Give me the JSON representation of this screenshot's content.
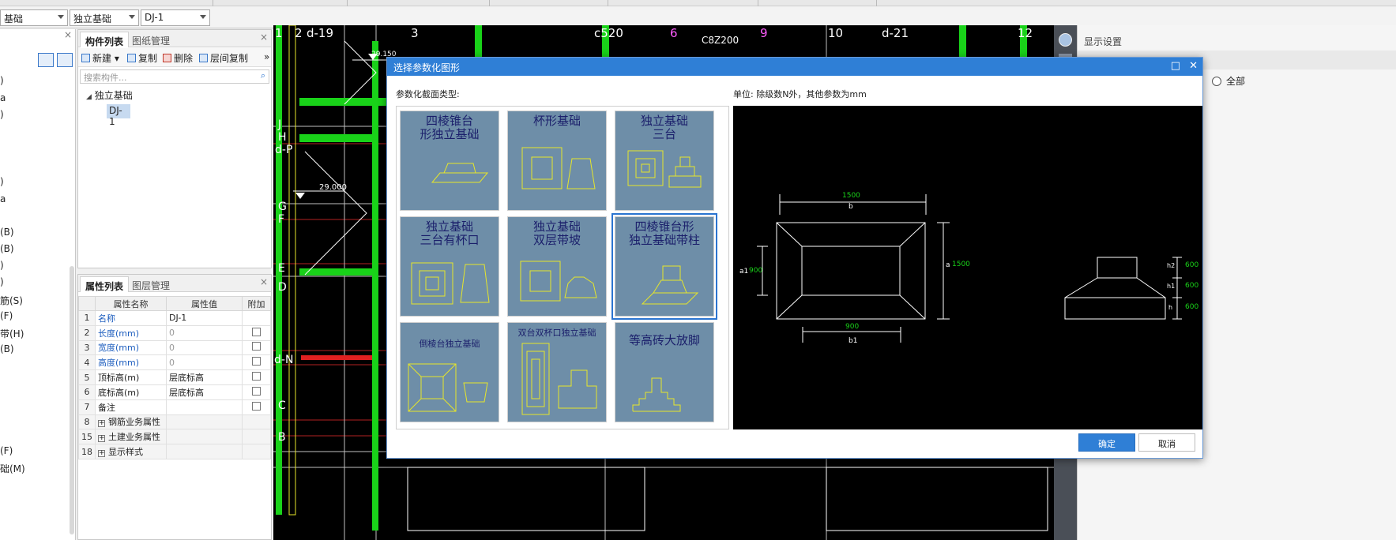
{
  "top_combos": {
    "c1": "基础",
    "c2": "独立基础",
    "c3": "DJ-1"
  },
  "left_items": [
    ")",
    "a",
    ")",
    ")",
    "a",
    "(B)",
    "(B)",
    ")",
    ")",
    "筋(S)",
    "(F)",
    "带(H)",
    "(B)",
    "(F)",
    "础(M)"
  ],
  "component_panel": {
    "tab_active": "构件列表",
    "tab_inactive": "图纸管理",
    "toolbar": {
      "new": "新建",
      "copy": "复制",
      "delete": "删除",
      "floor_copy": "层间复制"
    },
    "search_placeholder": "搜索构件...",
    "tree_root": "独立基础",
    "tree_child": "DJ-1"
  },
  "property_panel": {
    "tab_active": "属性列表",
    "tab_inactive": "图层管理",
    "headers": {
      "name": "属性名称",
      "value": "属性值",
      "extra": "附加"
    },
    "rows": [
      {
        "num": "1",
        "name": "名称",
        "value": "DJ-1",
        "blue": true,
        "checkbox": false
      },
      {
        "num": "2",
        "name": "长度(mm)",
        "value": "0",
        "blue": true,
        "grey": true,
        "checkbox": true
      },
      {
        "num": "3",
        "name": "宽度(mm)",
        "value": "0",
        "blue": true,
        "grey": true,
        "checkbox": true
      },
      {
        "num": "4",
        "name": "高度(mm)",
        "value": "0",
        "blue": true,
        "grey": true,
        "checkbox": true
      },
      {
        "num": "5",
        "name": "顶标高(m)",
        "value": "层底标高",
        "blue": false,
        "checkbox": true
      },
      {
        "num": "6",
        "name": "底标高(m)",
        "value": "层底标高",
        "blue": false,
        "checkbox": true
      },
      {
        "num": "7",
        "name": "备注",
        "value": "",
        "blue": false,
        "checkbox": true
      },
      {
        "num": "8",
        "name": "钢筋业务属性",
        "value": "",
        "plus": true
      },
      {
        "num": "15",
        "name": "土建业务属性",
        "value": "",
        "plus": true
      },
      {
        "num": "18",
        "name": "显示样式",
        "value": "",
        "plus": true
      }
    ]
  },
  "cad_labels": {
    "axes_top": [
      "1",
      "2",
      "d-19",
      "3",
      "c520",
      "6",
      "9",
      "10",
      "d-21",
      "12"
    ],
    "axes_left": [
      "J",
      "H",
      "d-P",
      "G",
      "F",
      "E",
      "D",
      "d-N",
      "C",
      "B"
    ],
    "elev1": "29.150",
    "elev2": "29.000",
    "c_label": "C8Z200"
  },
  "right_panel": {
    "title": "显示设置",
    "radio_label": "全部"
  },
  "dialog": {
    "title": "选择参数化图形",
    "section_label": "参数化截面类型:",
    "unit_label": "单位:  除级数N外，其他参数为mm",
    "confirm": "确定",
    "cancel": "取消",
    "thumbnails": [
      "四棱锥台\n形独立基础",
      "杯形基础",
      "独立基础\n三台",
      "独立基础\n三台有杯口",
      "独立基础\n双层带坡",
      "四棱锥台形\n独立基础带柱",
      "倒棱台独立基础",
      "双台双杯口独立基础",
      "等高砖大放脚"
    ],
    "selected_index": 5,
    "preview": {
      "dim_top": "1500",
      "dim_top_sym": "b",
      "dim_right": "1500",
      "dim_right_sym": "a",
      "dim_left": "900",
      "dim_left_sym": "a1",
      "dim_bottom": "900",
      "dim_bottom_sym": "b1",
      "h2": "600",
      "h2_sym": "h2",
      "h1": "600",
      "h1_sym": "h1",
      "h": "600",
      "h_sym": "h"
    }
  },
  "colors": {
    "accent": "#2f7fd6",
    "cad_bg": "#000000",
    "green": "#19d219",
    "yellow": "#e6e62a",
    "thumb_bg": "#6e8ea8"
  }
}
